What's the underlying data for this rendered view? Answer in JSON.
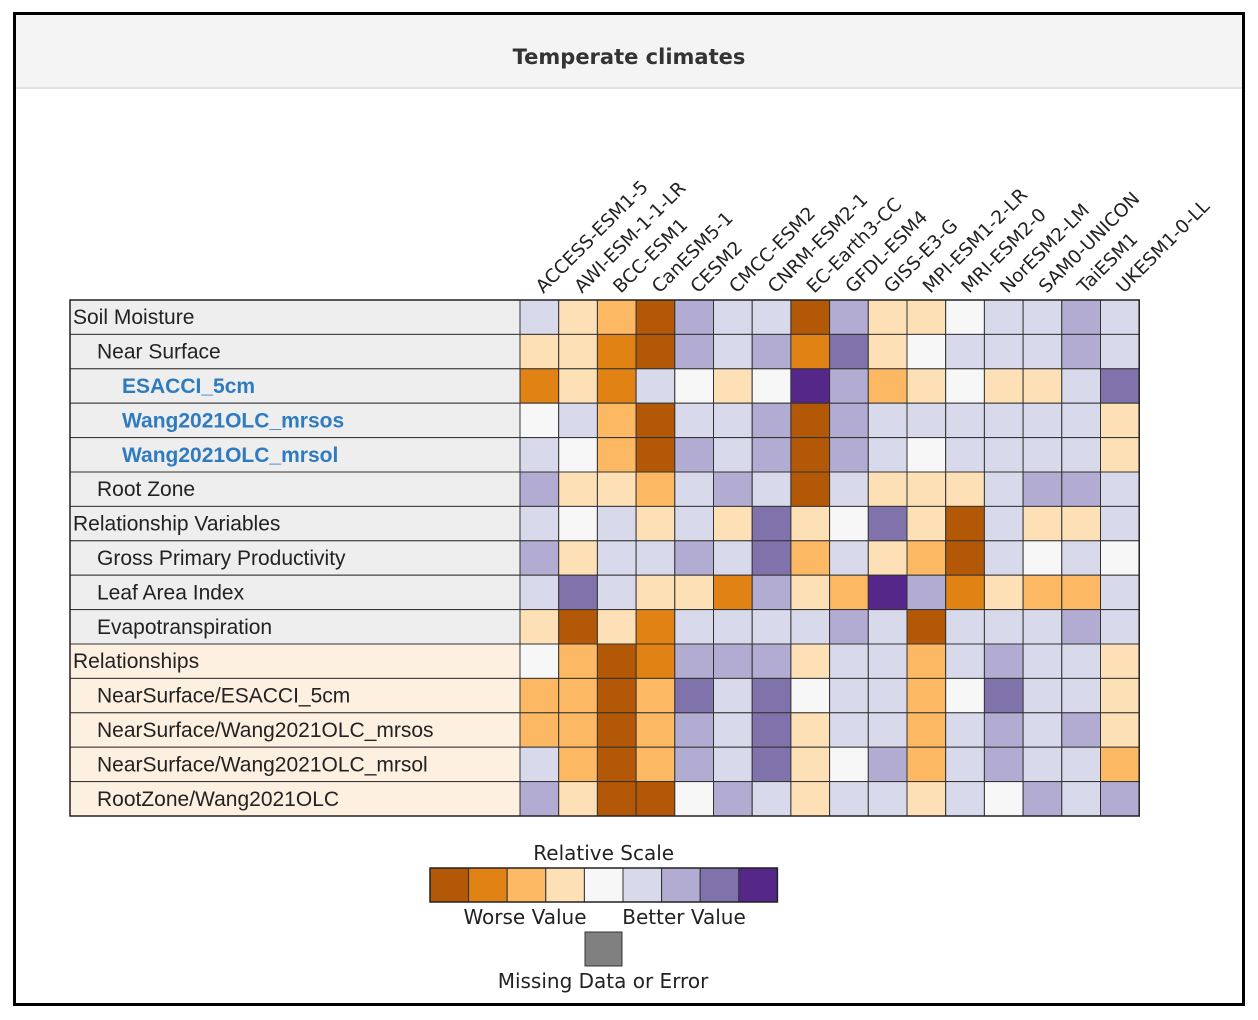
{
  "page_title": "Temperate climates",
  "colors": {
    "scale": [
      "#b35806",
      "#e08214",
      "#fdb863",
      "#fee0b6",
      "#f7f7f7",
      "#d8daeb",
      "#b2abd2",
      "#8073ac",
      "#542788"
    ],
    "missing": "#808080",
    "link_text": "#2f7bbf",
    "section_bg": "#eeeeee",
    "relationships_bg": "#fef0e1"
  },
  "chart_data": {
    "type": "heatmap",
    "title": "Temperate climates",
    "columns": [
      "ACCESS-ESM1-5",
      "AWI-ESM-1-1-LR",
      "BCC-ESM1",
      "CanESM5-1",
      "CESM2",
      "CMCC-ESM2",
      "CNRM-ESM2-1",
      "EC-Earth3-CC",
      "GFDL-ESM4",
      "GISS-E3-G",
      "MPI-ESM1-2-LR",
      "MRI-ESM2-0",
      "NorESM2-LM",
      "SAM0-UNICON",
      "TaiESM1",
      "UKESM1-0-LL"
    ],
    "rows": [
      {
        "label": "Soil Moisture",
        "indent": 0,
        "style": "section",
        "values": [
          5,
          3,
          2,
          0,
          6,
          5,
          5,
          0,
          6,
          3,
          3,
          4,
          5,
          5,
          6,
          5
        ]
      },
      {
        "label": "Near Surface",
        "indent": 1,
        "style": "section",
        "values": [
          3,
          3,
          1,
          0,
          6,
          5,
          6,
          1,
          7,
          3,
          4,
          5,
          5,
          5,
          6,
          5
        ]
      },
      {
        "label": "ESACCI_5cm",
        "indent": 2,
        "style": "link",
        "values": [
          1,
          3,
          1,
          5,
          4,
          3,
          4,
          8,
          6,
          2,
          3,
          4,
          3,
          3,
          5,
          7
        ]
      },
      {
        "label": "Wang2021OLC_mrsos",
        "indent": 2,
        "style": "link",
        "values": [
          4,
          5,
          2,
          0,
          5,
          5,
          6,
          0,
          6,
          5,
          5,
          5,
          5,
          5,
          5,
          3
        ]
      },
      {
        "label": "Wang2021OLC_mrsol",
        "indent": 2,
        "style": "link",
        "values": [
          5,
          4,
          2,
          0,
          6,
          5,
          6,
          0,
          6,
          5,
          4,
          5,
          5,
          5,
          5,
          3
        ]
      },
      {
        "label": "Root Zone",
        "indent": 1,
        "style": "section",
        "values": [
          6,
          3,
          3,
          2,
          5,
          6,
          5,
          0,
          5,
          3,
          3,
          3,
          5,
          6,
          6,
          5
        ]
      },
      {
        "label": "Relationship Variables",
        "indent": 0,
        "style": "section",
        "values": [
          5,
          4,
          5,
          3,
          5,
          3,
          7,
          3,
          4,
          7,
          3,
          0,
          5,
          3,
          3,
          5
        ]
      },
      {
        "label": "Gross Primary Productivity",
        "indent": 1,
        "style": "section",
        "values": [
          6,
          3,
          5,
          5,
          6,
          5,
          7,
          2,
          5,
          3,
          2,
          0,
          5,
          4,
          5,
          4
        ]
      },
      {
        "label": "Leaf Area Index",
        "indent": 1,
        "style": "section",
        "values": [
          5,
          7,
          5,
          3,
          3,
          1,
          6,
          3,
          2,
          8,
          6,
          1,
          3,
          2,
          2,
          5
        ]
      },
      {
        "label": "Evapotranspiration",
        "indent": 1,
        "style": "section",
        "values": [
          3,
          0,
          3,
          1,
          5,
          5,
          5,
          5,
          6,
          5,
          0,
          5,
          5,
          5,
          6,
          5
        ]
      },
      {
        "label": "Relationships",
        "indent": 0,
        "style": "relationships",
        "values": [
          4,
          2,
          0,
          1,
          6,
          6,
          6,
          3,
          5,
          5,
          2,
          5,
          6,
          5,
          5,
          3
        ]
      },
      {
        "label": "NearSurface/ESACCI_5cm",
        "indent": 1,
        "style": "relationships",
        "values": [
          2,
          2,
          0,
          2,
          7,
          5,
          7,
          4,
          5,
          5,
          2,
          4,
          7,
          5,
          5,
          3
        ]
      },
      {
        "label": "NearSurface/Wang2021OLC_mrsos",
        "indent": 1,
        "style": "relationships",
        "values": [
          2,
          2,
          0,
          2,
          6,
          5,
          7,
          3,
          5,
          5,
          2,
          5,
          6,
          5,
          6,
          3
        ]
      },
      {
        "label": "NearSurface/Wang2021OLC_mrsol",
        "indent": 1,
        "style": "relationships",
        "values": [
          5,
          2,
          0,
          2,
          6,
          5,
          7,
          3,
          4,
          6,
          2,
          5,
          6,
          5,
          5,
          2
        ]
      },
      {
        "label": "RootZone/Wang2021OLC",
        "indent": 1,
        "style": "relationships",
        "values": [
          6,
          3,
          0,
          0,
          4,
          6,
          5,
          3,
          5,
          5,
          3,
          5,
          4,
          6,
          5,
          6
        ]
      }
    ],
    "scale_meaning": "index 0 = worse value ... index 8 = better value",
    "legend": {
      "title": "Relative Scale",
      "worse_label": "Worse Value",
      "better_label": "Better Value",
      "missing_label": "Missing Data or Error"
    }
  }
}
